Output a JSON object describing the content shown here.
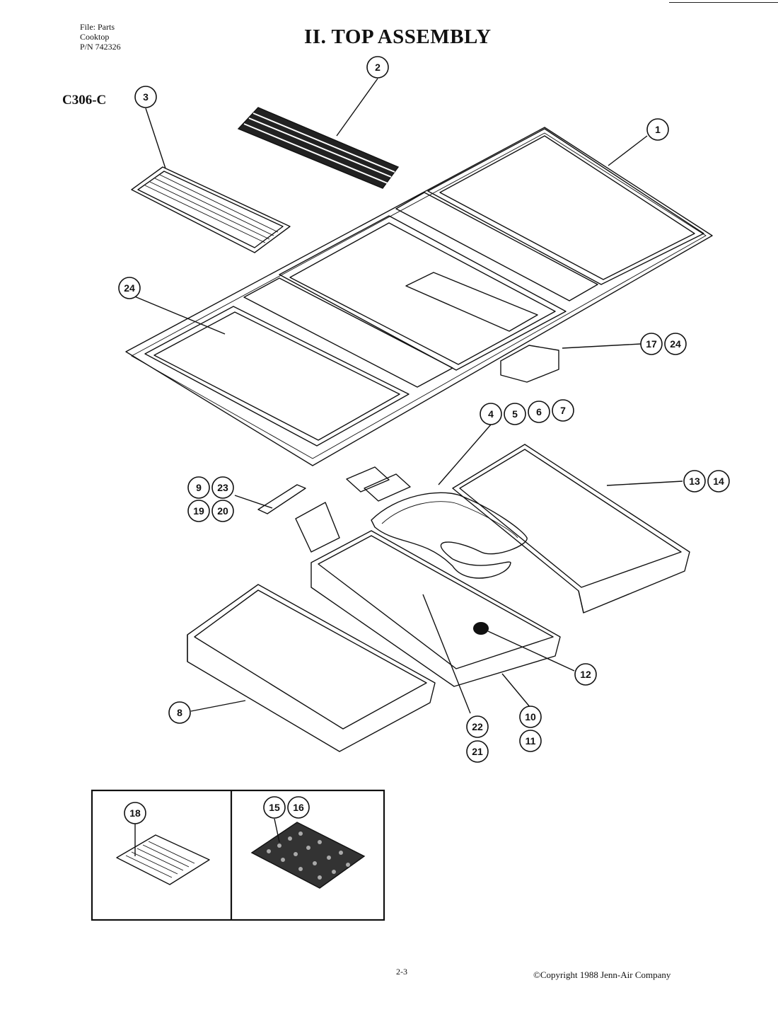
{
  "header": {
    "file_line1": "File: Parts",
    "file_line2": "Cooktop",
    "file_line3": "P/N 742326",
    "title": "II.  TOP ASSEMBLY",
    "model": "C306-C"
  },
  "callouts": [
    {
      "id": "c1",
      "label": "1"
    },
    {
      "id": "c2",
      "label": "2"
    },
    {
      "id": "c3",
      "label": "3"
    },
    {
      "id": "c4",
      "label": "4"
    },
    {
      "id": "c5",
      "label": "5"
    },
    {
      "id": "c6",
      "label": "6"
    },
    {
      "id": "c7",
      "label": "7"
    },
    {
      "id": "c8",
      "label": "8"
    },
    {
      "id": "c9",
      "label": "9"
    },
    {
      "id": "c10",
      "label": "10"
    },
    {
      "id": "c11",
      "label": "11"
    },
    {
      "id": "c12",
      "label": "12"
    },
    {
      "id": "c13",
      "label": "13"
    },
    {
      "id": "c14",
      "label": "14"
    },
    {
      "id": "c15",
      "label": "15"
    },
    {
      "id": "c16",
      "label": "16"
    },
    {
      "id": "c17",
      "label": "17"
    },
    {
      "id": "c18",
      "label": "18"
    },
    {
      "id": "c19",
      "label": "19"
    },
    {
      "id": "c20",
      "label": "20"
    },
    {
      "id": "c21",
      "label": "21"
    },
    {
      "id": "c22",
      "label": "22"
    },
    {
      "id": "c23",
      "label": "23"
    },
    {
      "id": "c24a",
      "label": "24"
    },
    {
      "id": "c24b",
      "label": "24"
    }
  ],
  "footer": {
    "page": "2-3",
    "copyright": "©Copyright 1988 Jenn-Air Company"
  }
}
